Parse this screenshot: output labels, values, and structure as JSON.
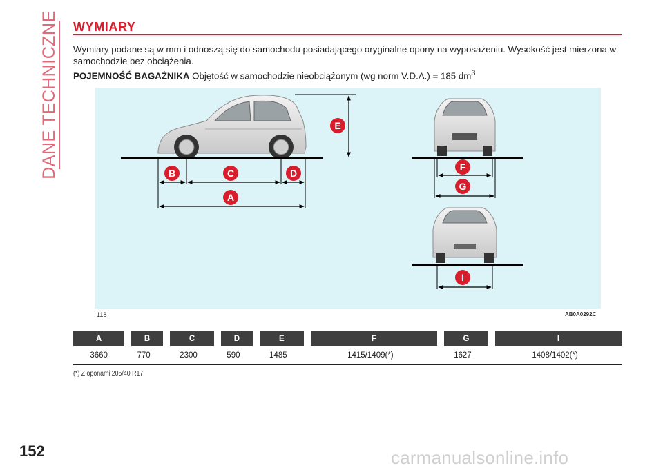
{
  "section_title": "DANE TECHNICZNE",
  "heading": "WYMIARY",
  "intro": "Wymiary podane są w mm i odnoszą się do samochodu posiadającego oryginalne opony na wyposażeniu. Wysokość jest mierzona w samochodzie bez obciążenia.",
  "capacity": {
    "label": "POJEMNOŚĆ BAGAŻNIKA",
    "text": "Objętość w samochodzie nieobciążonym (wg norm V.D.A.) = 185 dm",
    "superscript": "3"
  },
  "figure": {
    "number": "118",
    "code": "AB0A0292C",
    "markers": [
      "A",
      "B",
      "C",
      "D",
      "E",
      "F",
      "G",
      "I"
    ],
    "background_color": "#dcf4f8",
    "marker_color": "#d81e2c"
  },
  "table": {
    "headers": [
      "A",
      "B",
      "C",
      "D",
      "E",
      "F",
      "G",
      "I"
    ],
    "values": [
      "3660",
      "770",
      "2300",
      "590",
      "1485",
      "1415/1409(*)",
      "1627",
      "1408/1402(*)"
    ]
  },
  "footnote": "(*) Z oponami 205/40 R17",
  "page_number": "152",
  "watermark": "carmanualsonline.info"
}
